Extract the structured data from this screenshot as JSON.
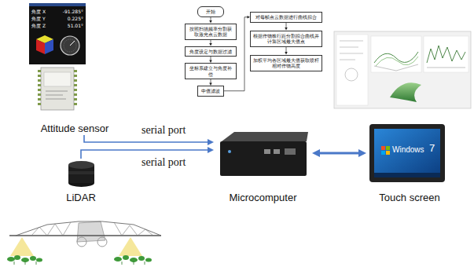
{
  "diagram": {
    "nodes": [
      {
        "text": [
          "Attitude sensor"
        ]
      },
      {
        "text": [
          "LiDAR"
        ]
      },
      {
        "text": [
          "Microcomputer"
        ]
      },
      {
        "text": [
          "Touch screen"
        ]
      },
      {
        "text": [
          "开始"
        ]
      },
      {
        "text": [
          "按照扫描频率分割获取激光点云数据"
        ]
      },
      {
        "text": [
          "角度设定与数据过滤"
        ]
      },
      {
        "text": [
          "坐标系建立与角度补偿"
        ]
      },
      {
        "text": [
          "中值滤波"
        ]
      },
      {
        "text": [
          "对每帧点云数据进行曲线拟合"
        ]
      },
      {
        "text": [
          "根据作物株行距分割拟合曲线并计算区域最大值点"
        ]
      },
      {
        "text": [
          "加权平均各区域最大值获取喷杆相对作物高度"
        ]
      }
    ],
    "edges": [
      {
        "from": 0,
        "to": 2,
        "label": "serial port",
        "arrow": "to"
      },
      {
        "from": 1,
        "to": 2,
        "label": "serial port",
        "arrow": "to"
      },
      {
        "from": 2,
        "to": 3,
        "arrow": "both"
      },
      {
        "from": 4,
        "to": 5,
        "arrow": "to"
      },
      {
        "from": 5,
        "to": 6,
        "arrow": "to"
      },
      {
        "from": 6,
        "to": 7,
        "arrow": "to"
      },
      {
        "from": 7,
        "to": 8,
        "arrow": "to"
      },
      {
        "from": 8,
        "to": 9,
        "arrow": "to"
      },
      {
        "from": 9,
        "to": 10,
        "arrow": "to"
      },
      {
        "from": 10,
        "to": 11,
        "arrow": "to"
      }
    ],
    "labels": [
      "角度 X",
      "-91.285°",
      "角度 Y",
      "0.225°",
      "角度 Z",
      "51.01°",
      "Windows",
      "7"
    ]
  }
}
